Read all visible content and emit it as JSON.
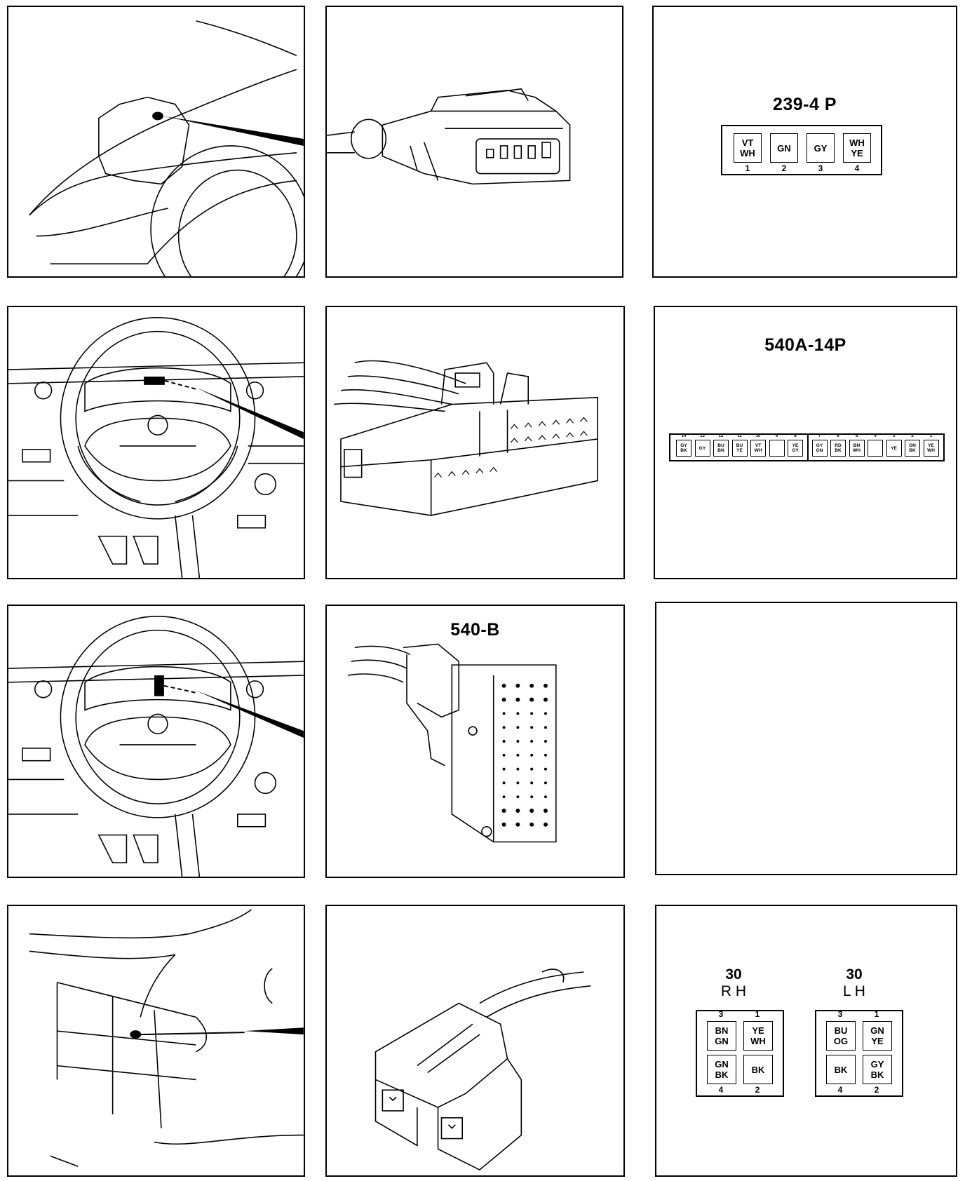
{
  "connector_239": {
    "title": "239-4 P",
    "pins": [
      {
        "num": "1",
        "c1": "VT",
        "c2": "WH"
      },
      {
        "num": "2",
        "c1": "GN",
        "c2": ""
      },
      {
        "num": "3",
        "c1": "GY",
        "c2": ""
      },
      {
        "num": "4",
        "c1": "WH",
        "c2": "YE"
      }
    ]
  },
  "connector_540a": {
    "title": "540A-14P",
    "pins": [
      {
        "num": "14",
        "c1": "GY",
        "c2": "BK"
      },
      {
        "num": "13",
        "c1": "GY",
        "c2": ""
      },
      {
        "num": "12",
        "c1": "BU",
        "c2": "BN"
      },
      {
        "num": "11",
        "c1": "BU",
        "c2": "YE"
      },
      {
        "num": "10",
        "c1": "VT",
        "c2": "WH"
      },
      {
        "num": "9",
        "c1": "",
        "c2": ""
      },
      {
        "num": "8",
        "c1": "YE",
        "c2": "GY"
      },
      {
        "num": "7",
        "c1": "GY",
        "c2": "GN"
      },
      {
        "num": "6",
        "c1": "RD",
        "c2": "BK"
      },
      {
        "num": "5",
        "c1": "BN",
        "c2": "WH"
      },
      {
        "num": "4",
        "c1": "",
        "c2": ""
      },
      {
        "num": "3",
        "c1": "YE",
        "c2": ""
      },
      {
        "num": "2",
        "c1": "GN",
        "c2": "BK"
      },
      {
        "num": "1",
        "c1": "YE",
        "c2": "WH"
      }
    ]
  },
  "connector_540b": {
    "title": "540-B"
  },
  "connector_30rh": {
    "num": "30",
    "side": "R H",
    "pins": [
      {
        "num": "3",
        "c1": "BN",
        "c2": "GN"
      },
      {
        "num": "1",
        "c1": "YE",
        "c2": "WH"
      },
      {
        "num": "4",
        "c1": "GN",
        "c2": "BK"
      },
      {
        "num": "2",
        "c1": "BK",
        "c2": ""
      }
    ]
  },
  "connector_30lh": {
    "num": "30",
    "side": "L H",
    "pins": [
      {
        "num": "3",
        "c1": "BU",
        "c2": "OG"
      },
      {
        "num": "1",
        "c1": "GN",
        "c2": "YE"
      },
      {
        "num": "4",
        "c1": "BK",
        "c2": ""
      },
      {
        "num": "2",
        "c1": "GY",
        "c2": "BK"
      }
    ]
  }
}
